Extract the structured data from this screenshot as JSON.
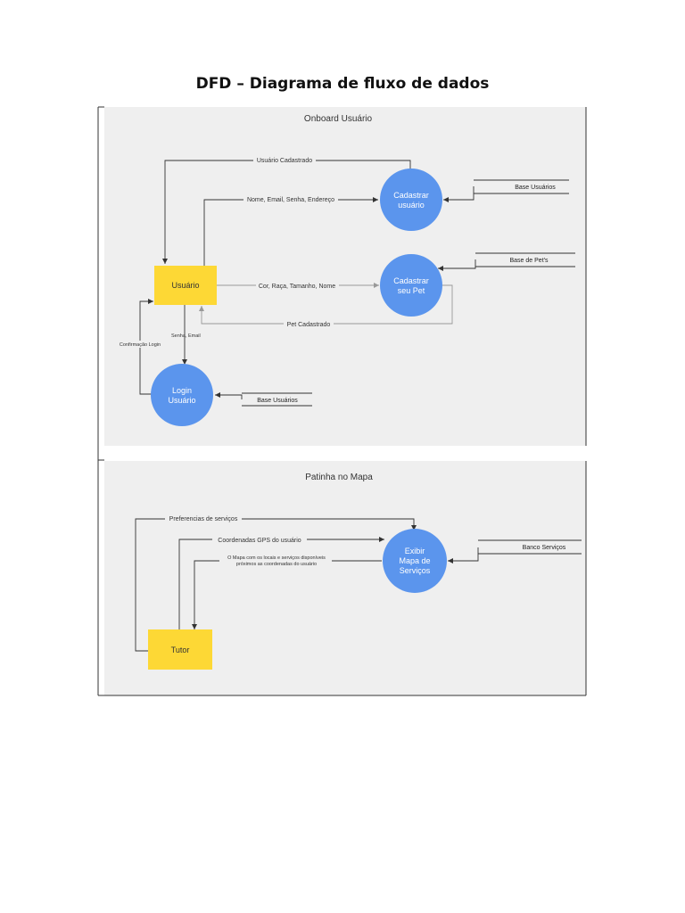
{
  "title": "DFD – Diagrama de fluxo de dados",
  "sections": {
    "onboard": {
      "title": "Onboard Usuário",
      "entity_usuario": "Usuário",
      "process_cadastrar_usuario": [
        "Cadastrar",
        "usuário"
      ],
      "process_cadastrar_pet": [
        "Cadastrar",
        "seu Pet"
      ],
      "process_login": [
        "Login",
        "Usuário"
      ],
      "store_base_usuarios_1": "Base Usuários",
      "store_base_pets": "Base de Pet's",
      "store_base_usuarios_2": "Base Usuários",
      "flow_usuario_cadastrado": "Usuário Cadastrado",
      "flow_nome_email": "Nome, Email, Senha, Endereço",
      "flow_cor_raca": "Cor, Raça, Tamanho, Nome",
      "flow_pet_cadastrado": "Pet Cadastrado",
      "flow_senha_email": "Senha, Email",
      "flow_confirmacao_login": "Confirmação Login"
    },
    "mapa": {
      "title": "Patinha no Mapa",
      "entity_tutor": "Tutor",
      "process_exibir_mapa": [
        "Exibir",
        "Mapa de",
        "Serviços"
      ],
      "store_banco_servicos": "Banco Serviços",
      "flow_preferencias": "Preferencias de serviços",
      "flow_coordenadas": "Coordenadas GPS do usuário",
      "flow_mapa_locais": [
        "O Mapa com os locais e serviços disponíveis",
        "próximos as coordenadas do usuário"
      ]
    }
  },
  "colors": {
    "process": "#5b95ed",
    "entity": "#fdd835",
    "panel": "#efefef"
  }
}
